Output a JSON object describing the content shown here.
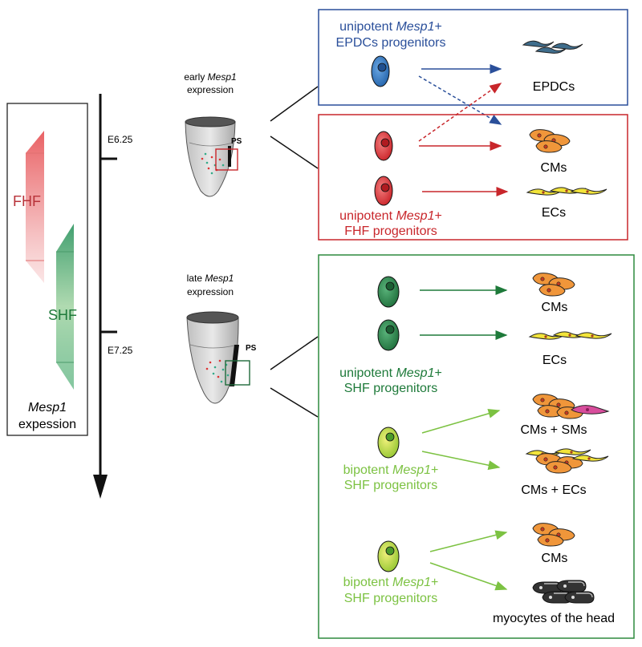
{
  "left_panel": {
    "fhf": "FHF",
    "shf": "SHF",
    "caption_gene": "Mesp1",
    "caption_word": "expession"
  },
  "timeline": {
    "e625": "E6.25",
    "e725": "E7.25"
  },
  "embryos": {
    "early_gene": "Mesp1",
    "early_prefix": "early ",
    "early_line2": "expression",
    "late_gene": "Mesp1",
    "late_prefix": "late ",
    "late_line2": "expression",
    "ps": "PS"
  },
  "boxes": {
    "epdc_progenitor_prefix": "unipotent ",
    "epdc_progenitor_gene": "Mesp1",
    "epdc_progenitor_suffix": "+",
    "epdc_progenitor_line2": "EPDCs progenitors",
    "epdc_target": "EPDCs",
    "fhf_cm_target": "CMs",
    "fhf_ec_target": "ECs",
    "fhf_progenitor_prefix": "unipotent ",
    "fhf_progenitor_gene": "Mesp1",
    "fhf_progenitor_suffix": "+",
    "fhf_progenitor_line2": "FHF progenitors",
    "shf_cm_target": "CMs",
    "shf_ec_target": "ECs",
    "shf_uni_prefix": "unipotent ",
    "shf_uni_gene": "Mesp1",
    "shf_uni_suffix": "+",
    "shf_uni_line2": "SHF progenitors",
    "cm_sm_target": "CMs + SMs",
    "cm_ec_target": "CMs + ECs",
    "bi1_prefix": "bipotent ",
    "bi1_gene": "Mesp1",
    "bi1_suffix": "+",
    "bi1_line2": "SHF progenitors",
    "cm_target_2": "CMs",
    "head_target": "myocytes of the head",
    "bi2_prefix": "bipotent ",
    "bi2_gene": "Mesp1",
    "bi2_suffix": "+",
    "bi2_line2": "SHF progenitors"
  },
  "colors": {
    "blue": "#2a4f9a",
    "red": "#c8262b",
    "dark_green": "#1e7a3a",
    "light_green": "#7cc242",
    "fhf_fill": "#e05a5a",
    "shf_fill": "#3fa36a",
    "cm_orange": "#f0963a",
    "ec_yellow": "#f2e43a",
    "sm_pink": "#d84d9c"
  }
}
